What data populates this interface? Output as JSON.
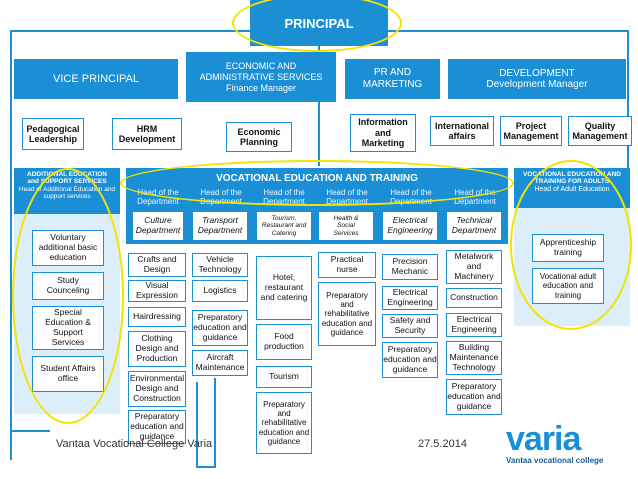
{
  "colors": {
    "accent": "#1a8fd6",
    "highlight": "#f2e400",
    "dark_blue": "#1c5d9a"
  },
  "top": {
    "principal": "PRINCIPAL",
    "vice_principal": "VICE PRINCIPAL",
    "econ_title": "ECONOMIC AND ADMINISTRATIVE SERVICES",
    "econ_sub": "Finance Manager",
    "pr_title": "PR AND MARKETING",
    "dev_title": "DEVELOPMENT",
    "dev_sub": "Development Manager"
  },
  "level2": {
    "pedagogical": "Pedagogical Leadership",
    "hrm": "HRM Development",
    "econ_planning": "Economic Planning",
    "info_marketing": "Information and Marketing",
    "international": "International affairs",
    "project": "Project Management",
    "quality": "Quality Management"
  },
  "additional": {
    "title": "ADDITIONAL EDUCATION and SUPPORT SERVICES",
    "sub": "Head of Additional Education and support services",
    "items": [
      "Voluntary additional basic education",
      "Study Counceling",
      "Special Education & Support Services",
      "Student Affairs office"
    ]
  },
  "vet": {
    "title": "VOCATIONAL EDUCATION AND TRAINING",
    "head_label": "Head of the Department",
    "departments": [
      {
        "name": "Culture Department",
        "items": [
          "Crafts and Design",
          "Visual Expression",
          "Hairdressing",
          "Clothing Design and Production",
          "Environmental Design and Construction",
          "Preparatory education and guidance"
        ]
      },
      {
        "name": "Transport Department",
        "items": [
          "Vehicle Technology",
          "Logistics",
          "Preparatory education and guidance",
          "Aircraft Maintenance"
        ]
      },
      {
        "name": "Tourism, Restaurant and Catering",
        "items": [
          "Hotel, restaurant and catering",
          "Food production",
          "Tourism",
          "Preparatory and rehabilitative education and guidance"
        ]
      },
      {
        "name": "Health & Social Services",
        "items": [
          "Practical nurse",
          "Preparatory and rehabilitative education and guidance"
        ]
      },
      {
        "name": "Electrical Engineering",
        "items": [
          "Precision Mechanic",
          "Electrical Engineering",
          "Safety and Security",
          "Preparatory education and guidance"
        ]
      },
      {
        "name": "Technical Department",
        "items": [
          "Metalwork and Machinery",
          "Construction",
          "Electrical Engineering",
          "Building Maintenance Technology",
          "Preparatory education and guidance"
        ]
      }
    ]
  },
  "adult": {
    "title": "VOCATIONAL EDUCATION AND TRAINING FOR ADULTS",
    "sub": "Head of Adult Education",
    "items": [
      "Apprenticeship training",
      "Vocational adult education and training"
    ]
  },
  "footer": {
    "org": "Vantaa Vocational College Varia",
    "date": "27.5.2014",
    "logo_word": "varia",
    "logo_sub": "Vantaa vocational college"
  }
}
